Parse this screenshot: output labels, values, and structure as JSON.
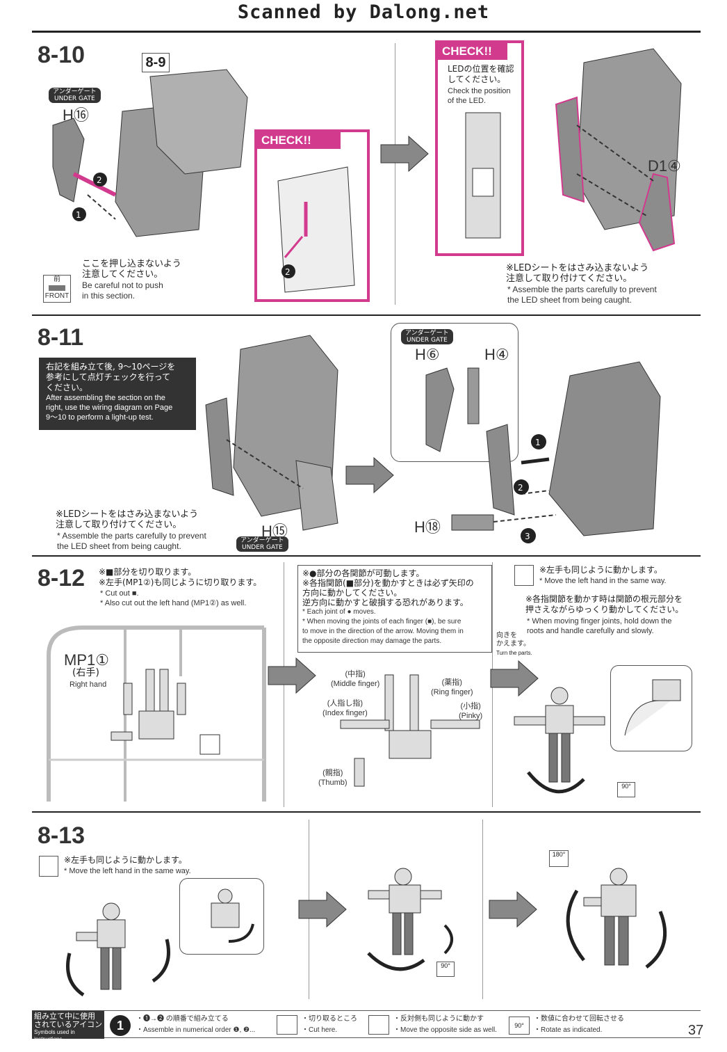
{
  "header": "Scanned by Dalong.net",
  "page_number": "37",
  "colors": {
    "accent": "#d23a8e",
    "part_gray": "#8c8c8c",
    "dark": "#333333"
  },
  "s810": {
    "step": "8-10",
    "ref": "8-9",
    "gate_jp": "アンダーゲート",
    "gate_en": "UNDER GATE",
    "part_a": "H⑯",
    "note_jp": "ここを押し込まないよう\n注意してください。",
    "note_en": "Be careful not to push\nin this section.",
    "front_jp": "前",
    "front_en": "FRONT",
    "check1_label": "CHECK!!",
    "check2_label": "CHECK!!",
    "check2_jp": "LEDの位置を確認\nしてください。",
    "check2_en": "Check the position\nof the LED.",
    "part_b": "D1④",
    "caution_jp": "※LEDシートをはさみ込まないよう\n注意して取り付けてください。",
    "caution_en": "* Assemble the parts carefully to prevent\nthe LED sheet from being caught."
  },
  "s811": {
    "step": "8-11",
    "note_jp": "右記を組み立て後, 9～10ページを\n参考にして点灯チェックを行って\nください。",
    "note_en": "After assembling the section on the\nright, use the wiring diagram on Page\n9～10 to perform a light-up test.",
    "caution_jp": "※LEDシートをはさみ込まないよう\n注意して取り付けてください。",
    "caution_en": "* Assemble the parts carefully to prevent\nthe LED sheet from being caught.",
    "part_h15": "H⑮",
    "gate_jp": "アンダーゲート",
    "gate_en": "UNDER GATE",
    "gate2_jp": "アンダーゲート",
    "gate2_en": "UNDER GATE",
    "part_h6": "H⑥",
    "part_h4": "H④",
    "part_h18": "H⑱"
  },
  "s812": {
    "step": "8-12",
    "note1_jp": "※■部分を切り取ります。\n※左手(MP1②)も同じように切り取ります。",
    "note1_en": "* Cut out ■.\n* Also cut out the left hand (MP1②) as well.",
    "part": "MP1①",
    "part_jp": "(右手)",
    "part_en": "Right hand",
    "note2_jp": "※●部分の各関節が可動します。\n※各指関節(■部分)を動かすときは必ず矢印の\n方向に動かしてください。\n逆方向に動かすと破損する恐れがあります。",
    "note2_en": "* Each joint of ● moves.\n* When moving the joints of each finger (■), be sure\nto move in the direction of the arrow. Moving them in\nthe opposite direction may damage the parts.",
    "middle_jp": "(中指)",
    "middle_en": "(Middle finger)",
    "ring_jp": "(薬指)",
    "ring_en": "(Ring finger)",
    "index_jp": "(人指し指)",
    "index_en": "(Index finger)",
    "pinky_jp": "(小指)",
    "pinky_en": "(Pinky)",
    "thumb_jp": "(親指)",
    "thumb_en": "(Thumb)",
    "note3_jp": "※左手も同じように動かします。",
    "note3_en": "* Move the left hand in the same way.",
    "note4_jp": "※各指関節を動かす時は関節の根元部分を\n押さえながらゆっくり動かしてください。",
    "note4_en": "* When moving finger joints, hold down the\nroots and handle carefully and slowly.",
    "turn_jp": "向きを\nかえます。",
    "turn_en": "Turn the parts.",
    "rot": "90°"
  },
  "s813": {
    "step": "8-13",
    "note_jp": "※左手も同じように動かします。",
    "note_en": "* Move the left hand in the same way.",
    "rot1": "90°",
    "rot2": "180°"
  },
  "legend": {
    "title_jp": "組み立て中に使用\nされているアイコン",
    "title_en": "Symbols used in instructions",
    "num": "1",
    "i1_jp": "・❶→❷ の順番で組み立てる",
    "i1_en": "・Assemble in numerical order ❶, ❷...",
    "i2_jp": "・切り取るところ",
    "i2_en": "・Cut here.",
    "i3_jp": "・反対側も同じように動かす",
    "i3_en": "・Move the opposite side as well.",
    "i4_jp": "・数値に合わせて回転させる",
    "i4_en": "・Rotate as indicated.",
    "i4_icon": "90°"
  }
}
